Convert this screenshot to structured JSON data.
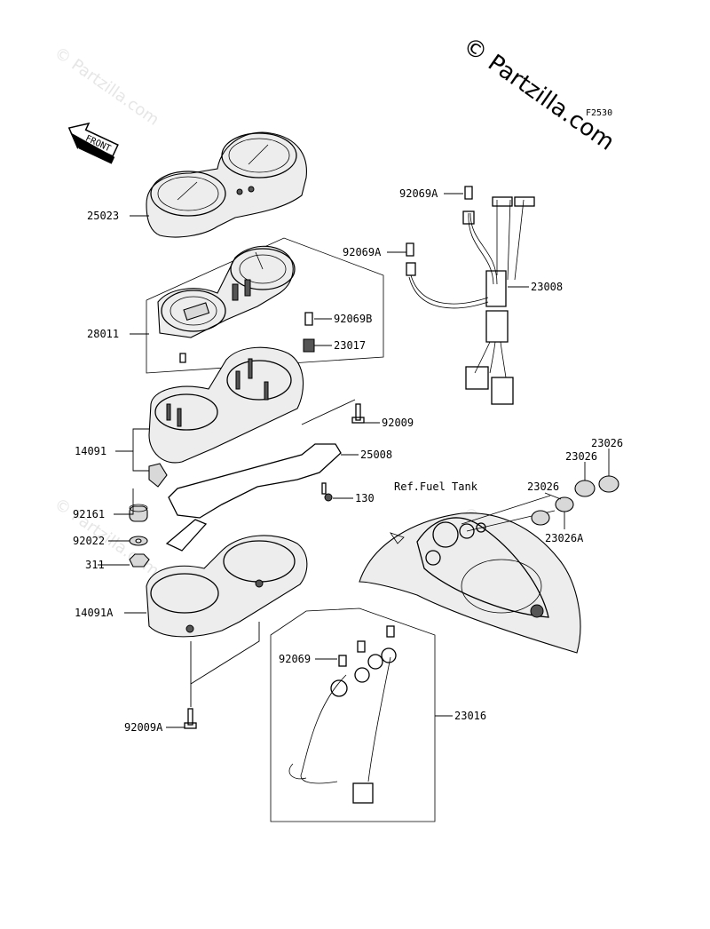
{
  "watermark": {
    "main": "© Partzilla.com",
    "repeat": "© Partzilla.com"
  },
  "figure_code": "F2530",
  "front_arrow_label": "FRONT",
  "ref_note": "Ref.Fuel Tank",
  "parts": {
    "p25023": "25023",
    "p28011": "28011",
    "p14091": "14091",
    "p92161": "92161",
    "p92022": "92022",
    "p311": "311",
    "p14091A": "14091A",
    "p92009A": "92009A",
    "p92069A_1": "92069A",
    "p92069A_2": "92069A",
    "p23008": "23008",
    "p92069B": "92069B",
    "p23017": "23017",
    "p92009": "92009",
    "p25008": "25008",
    "p130": "130",
    "p23026_1": "23026",
    "p23026_2": "23026",
    "p23026_3": "23026",
    "p23026A": "23026A",
    "p92069": "92069",
    "p23016": "23016"
  }
}
